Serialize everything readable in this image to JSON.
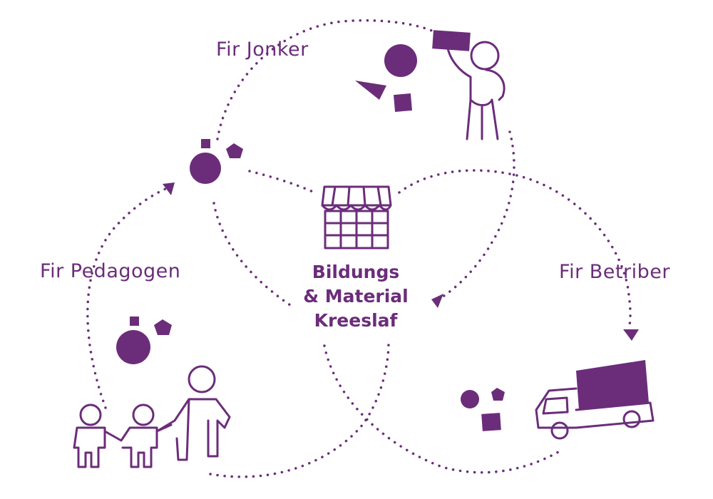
{
  "labels": {
    "youth": "Fir Jonker",
    "educators": "Fir Pedagogen",
    "operators": "Fir Betriber"
  },
  "center": {
    "line1": "Bildungs",
    "line2": "& Material",
    "line3": "Kreeslaf"
  },
  "colors": {
    "accent": "#6b2d7a"
  },
  "icons": [
    "shop-icon",
    "waving-person-icon",
    "family-icon",
    "truck-icon",
    "shapes-icon"
  ]
}
